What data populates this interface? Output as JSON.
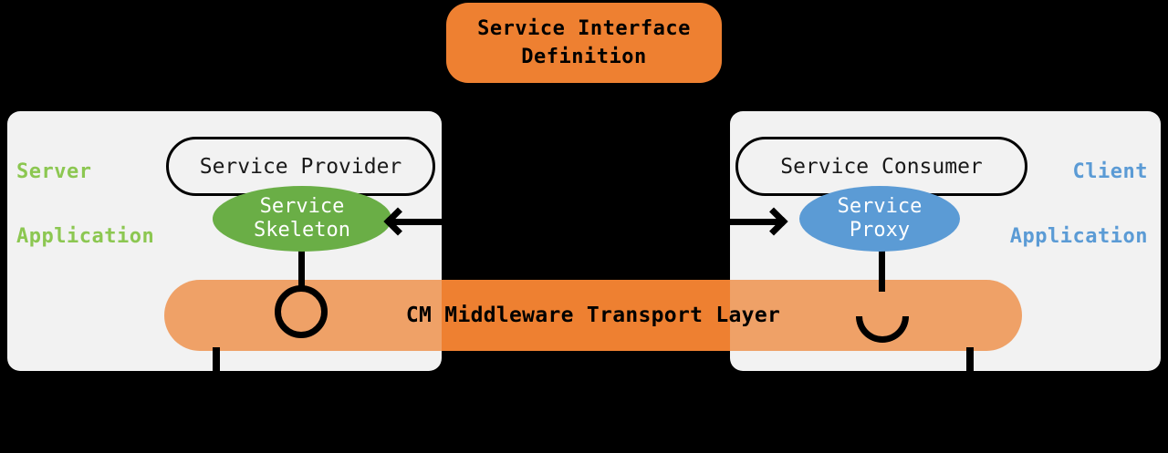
{
  "diagram": {
    "title_box": {
      "lines": [
        "Service Interface",
        "Definition"
      ],
      "color": "#EE8031"
    },
    "server_panel": {
      "side_label_line1": "Server",
      "side_label_line2": "Application",
      "color": "#8CC751",
      "component_pill": "Service Provider",
      "stub_ellipse_line1": "Service",
      "stub_ellipse_line2": "Skeleton",
      "stub_ellipse_color": "#6AAE46",
      "connector_icon": "socket-circle-icon"
    },
    "client_panel": {
      "side_label_line1": "Client",
      "side_label_line2": "Application",
      "color": "#5B9BD5",
      "component_pill": "Service Consumer",
      "stub_ellipse_line1": "Service",
      "stub_ellipse_line2": "Proxy",
      "stub_ellipse_color": "#5B9BD5",
      "connector_icon": "socket-arc-icon"
    },
    "transport_bar": {
      "label": "CM Middleware Transport Layer",
      "color_outer": "#EFA167",
      "color_center": "#EE8031"
    },
    "arrows": {
      "left_arrow_icon": "arrow-left-icon",
      "right_arrow_icon": "arrow-right-icon"
    }
  }
}
